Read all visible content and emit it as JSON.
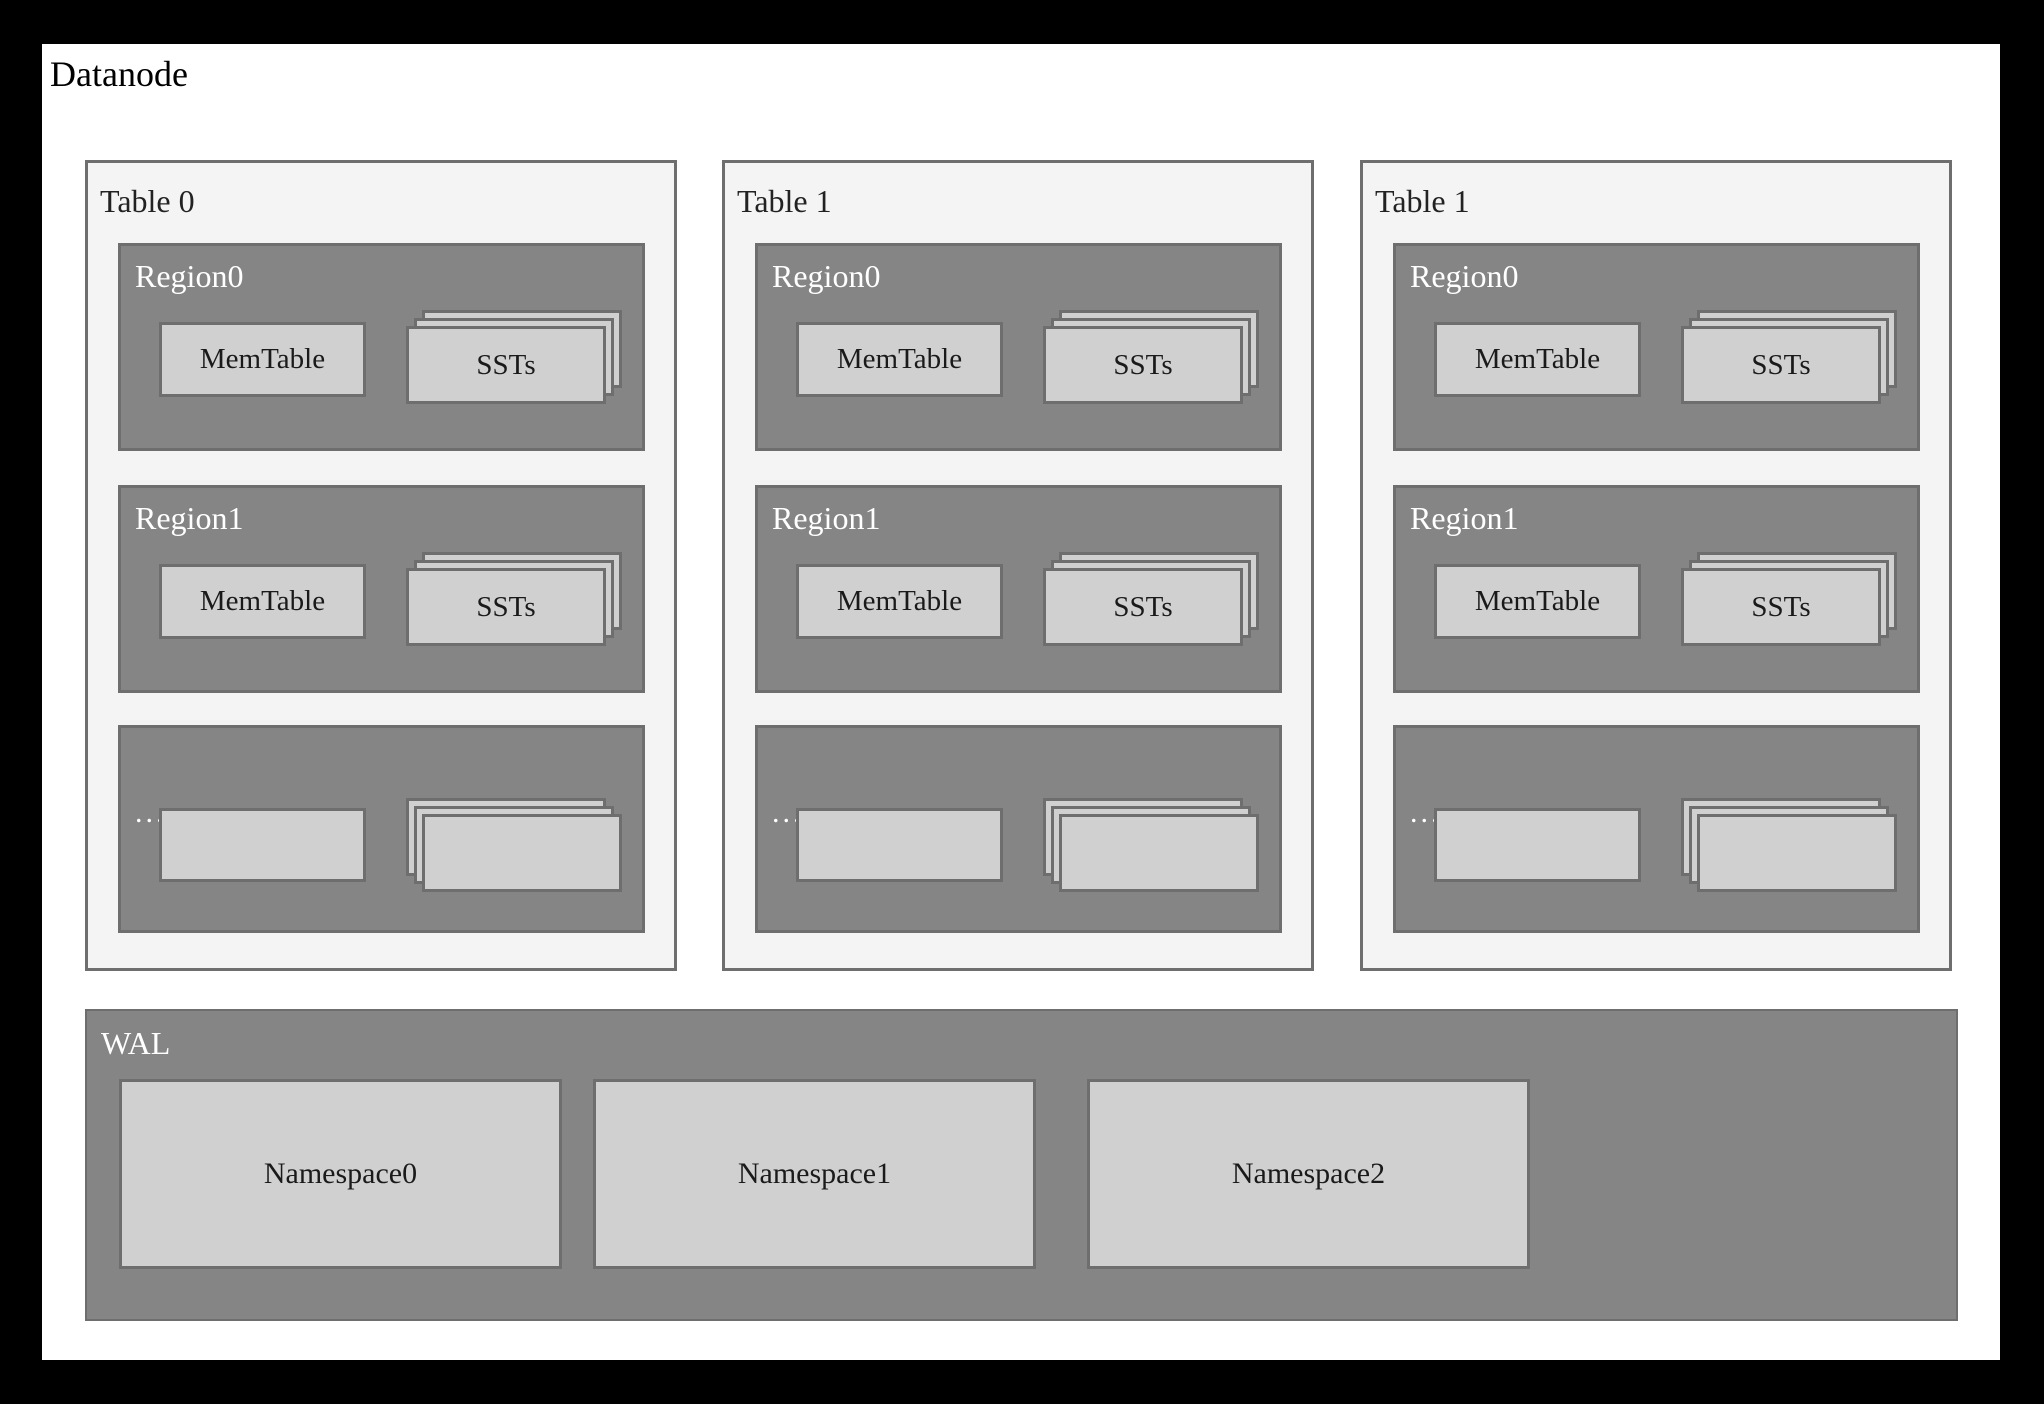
{
  "diagram": {
    "title": "Datanode",
    "tables": [
      {
        "label": "Table 0",
        "regions": [
          {
            "label": "Region0",
            "memtable_label": "MemTable",
            "sst_label": "SSTs"
          },
          {
            "label": "Region1",
            "memtable_label": "MemTable",
            "sst_label": "SSTs"
          },
          {
            "label": "...",
            "memtable_label": "",
            "sst_label": ""
          }
        ]
      },
      {
        "label": "Table 1",
        "regions": [
          {
            "label": "Region0",
            "memtable_label": "MemTable",
            "sst_label": "SSTs"
          },
          {
            "label": "Region1",
            "memtable_label": "MemTable",
            "sst_label": "SSTs"
          },
          {
            "label": "...",
            "memtable_label": "",
            "sst_label": ""
          }
        ]
      },
      {
        "label": "Table 1",
        "regions": [
          {
            "label": "Region0",
            "memtable_label": "MemTable",
            "sst_label": "SSTs"
          },
          {
            "label": "Region1",
            "memtable_label": "MemTable",
            "sst_label": "SSTs"
          },
          {
            "label": "...",
            "memtable_label": "",
            "sst_label": ""
          }
        ]
      }
    ],
    "wal": {
      "label": "WAL",
      "namespaces": [
        {
          "label": "Namespace0"
        },
        {
          "label": "Namespace1"
        },
        {
          "label": "Namespace2"
        }
      ]
    },
    "colors": {
      "frame": "#000000",
      "canvas": "#ffffff",
      "table_panel_bg": "#f4f4f4",
      "region_bg": "#858585",
      "box_fill": "#d0d0d0",
      "border": "#6e6e6e",
      "dark_text": "#1a1a1a",
      "light_text": "#ffffff"
    }
  }
}
